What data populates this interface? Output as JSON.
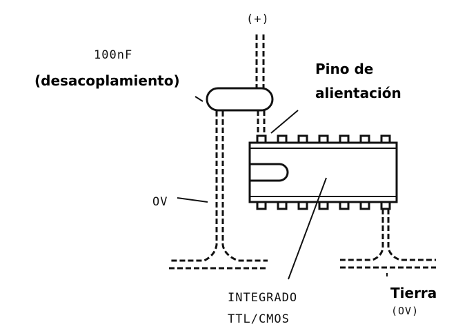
{
  "labels": {
    "positive": "(+)",
    "capacitor_value": "100nF",
    "capacitor_role": "(desacoplamiento)",
    "power_pin_line1": "Pino de",
    "power_pin_line2": "alientación",
    "zero_volt": "OV",
    "ic_line1": "INTEGRADO",
    "ic_line2": "TTL/CMOS",
    "ground": "Tierra",
    "ground_volt": "(OV)"
  },
  "ic": {
    "pins_per_side": 7
  }
}
